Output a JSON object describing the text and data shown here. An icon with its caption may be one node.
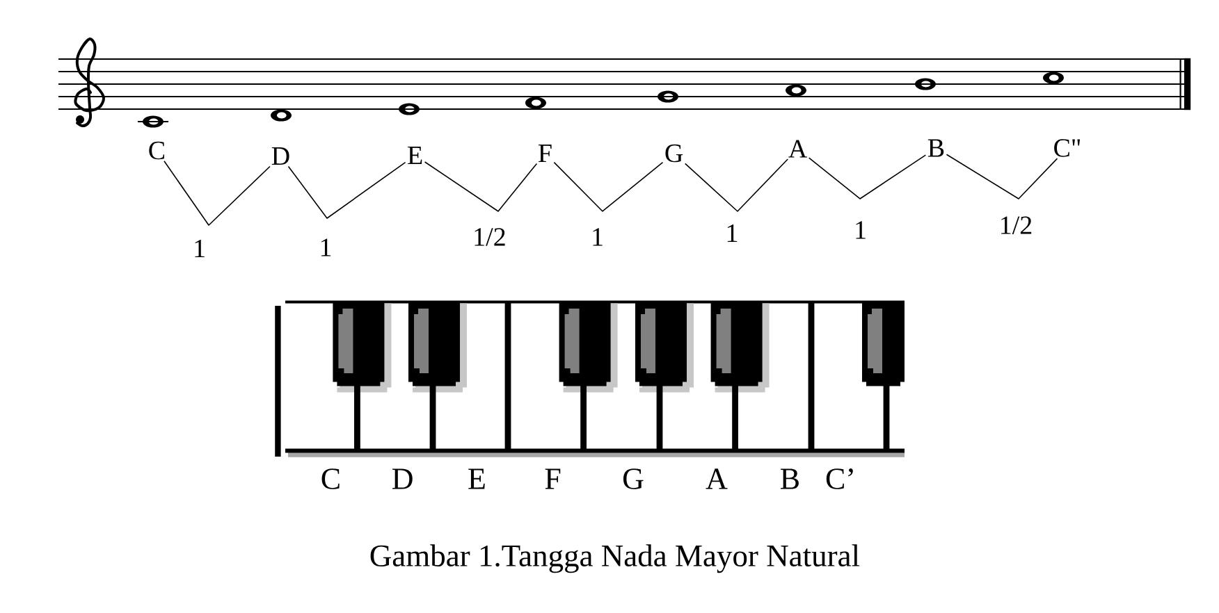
{
  "diagram": {
    "caption": "Gambar 1.Tangga Nada Mayor Natural",
    "nodes": [
      {
        "text": [
          "C"
        ]
      },
      {
        "text": [
          "D"
        ]
      },
      {
        "text": [
          "E"
        ]
      },
      {
        "text": [
          "F"
        ]
      },
      {
        "text": [
          "G"
        ]
      },
      {
        "text": [
          "A"
        ]
      },
      {
        "text": [
          "B"
        ]
      },
      {
        "text": [
          "C\""
        ]
      }
    ],
    "edges": [
      {
        "from": 0,
        "to": 1,
        "arrow": "none",
        "label": "1"
      },
      {
        "from": 1,
        "to": 2,
        "arrow": "none",
        "label": "1"
      },
      {
        "from": 2,
        "to": 3,
        "arrow": "none",
        "label": "1/2"
      },
      {
        "from": 3,
        "to": 4,
        "arrow": "none",
        "label": "1"
      },
      {
        "from": 4,
        "to": 5,
        "arrow": "none",
        "label": "1"
      },
      {
        "from": 5,
        "to": 6,
        "arrow": "none",
        "label": "1"
      },
      {
        "from": 6,
        "to": 7,
        "arrow": "none",
        "label": "1/2"
      }
    ],
    "labels": [
      "C",
      "D",
      "E",
      "F",
      "G",
      "A",
      "B",
      "C’"
    ]
  }
}
